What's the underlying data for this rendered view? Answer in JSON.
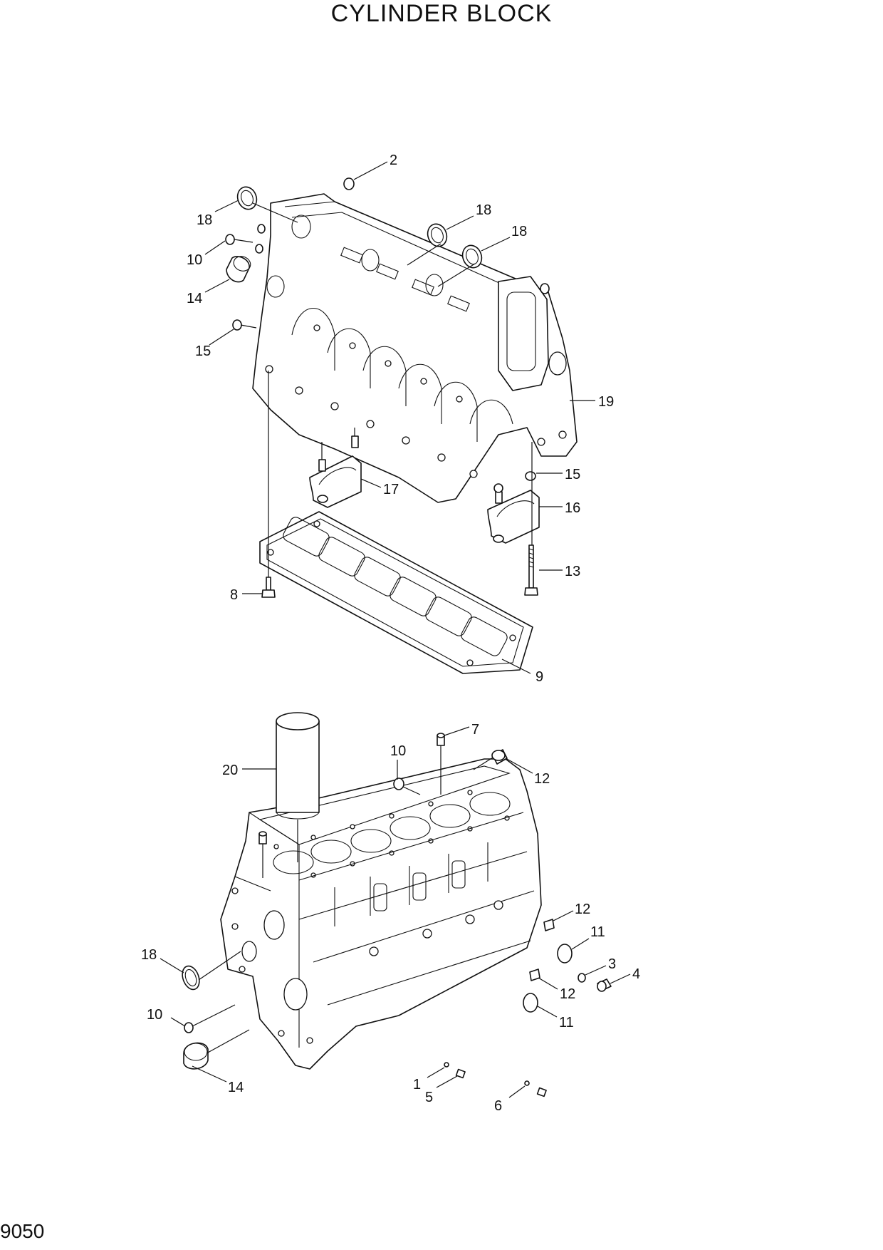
{
  "page": {
    "title": "CYLINDER BLOCK",
    "page_number": "9050"
  },
  "callouts": [
    {
      "id": "c-2",
      "text": "2"
    },
    {
      "id": "c-18a",
      "text": "18"
    },
    {
      "id": "c-18b",
      "text": "18"
    },
    {
      "id": "c-18c",
      "text": "18"
    },
    {
      "id": "c-10a",
      "text": "10"
    },
    {
      "id": "c-14a",
      "text": "14"
    },
    {
      "id": "c-15a",
      "text": "15"
    },
    {
      "id": "c-19",
      "text": "19"
    },
    {
      "id": "c-15b",
      "text": "15"
    },
    {
      "id": "c-16",
      "text": "16"
    },
    {
      "id": "c-17",
      "text": "17"
    },
    {
      "id": "c-13",
      "text": "13"
    },
    {
      "id": "c-8",
      "text": "8"
    },
    {
      "id": "c-9",
      "text": "9"
    },
    {
      "id": "c-7",
      "text": "7"
    },
    {
      "id": "c-10b",
      "text": "10"
    },
    {
      "id": "c-12a",
      "text": "12"
    },
    {
      "id": "c-20",
      "text": "20"
    },
    {
      "id": "c-12b",
      "text": "12"
    },
    {
      "id": "c-11a",
      "text": "11"
    },
    {
      "id": "c-3",
      "text": "3"
    },
    {
      "id": "c-4",
      "text": "4"
    },
    {
      "id": "c-12c",
      "text": "12"
    },
    {
      "id": "c-11b",
      "text": "11"
    },
    {
      "id": "c-18d",
      "text": "18"
    },
    {
      "id": "c-10c",
      "text": "10"
    },
    {
      "id": "c-14b",
      "text": "14"
    },
    {
      "id": "c-1",
      "text": "1"
    },
    {
      "id": "c-5",
      "text": "5"
    },
    {
      "id": "c-6",
      "text": "6"
    }
  ]
}
